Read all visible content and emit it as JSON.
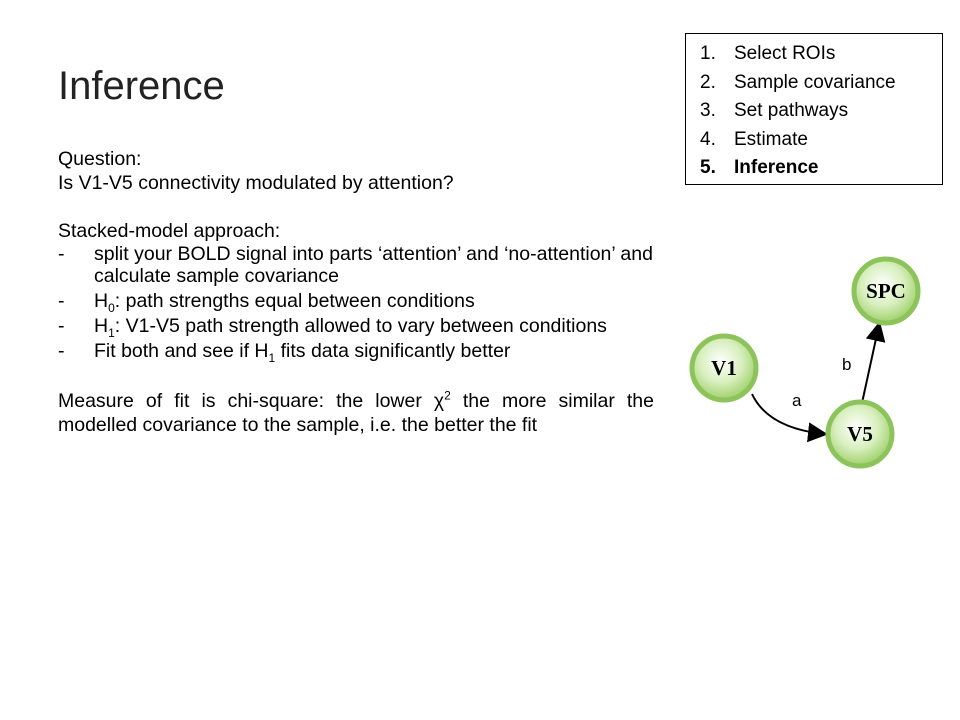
{
  "slide": {
    "title": "Inference"
  },
  "steps": [
    {
      "num": "1.",
      "label": "Select ROIs",
      "active": false
    },
    {
      "num": "2.",
      "label": "Sample covariance",
      "active": false
    },
    {
      "num": "3.",
      "label": "Set pathways",
      "active": false
    },
    {
      "num": "4.",
      "label": "Estimate",
      "active": false
    },
    {
      "num": "5.",
      "label": "Inference",
      "active": true
    }
  ],
  "content": {
    "question_label": "Question:",
    "question_text": "Is V1-V5 connectivity modulated by attention?",
    "approach_label": "Stacked-model approach:",
    "bullet1": "split your BOLD signal into parts ‘attention’ and ‘no-attention’ and calculate sample covariance",
    "bullet2_prefix": "H",
    "bullet2_sub": "0",
    "bullet2_rest": ": path strengths equal between conditions",
    "bullet3_prefix": "H",
    "bullet3_sub": "1",
    "bullet3_rest": ": V1-V5 path strength allowed to vary between conditions",
    "bullet4_before": "Fit both and see if H",
    "bullet4_sub": "1",
    "bullet4_after": " fits data significantly better",
    "fit_before": "Measure of fit is chi-square: the lower χ",
    "fit_sup": "2",
    "fit_after": " the more similar the modelled covariance to the sample, i.e. the better the fit"
  },
  "diagram": {
    "nodes": {
      "v1": "V1",
      "v5": "V5",
      "spc": "SPC"
    },
    "edges": {
      "a": "a",
      "b": "b"
    },
    "node_color": "#a6d86a",
    "node_edge_color": "#6fae3c"
  }
}
